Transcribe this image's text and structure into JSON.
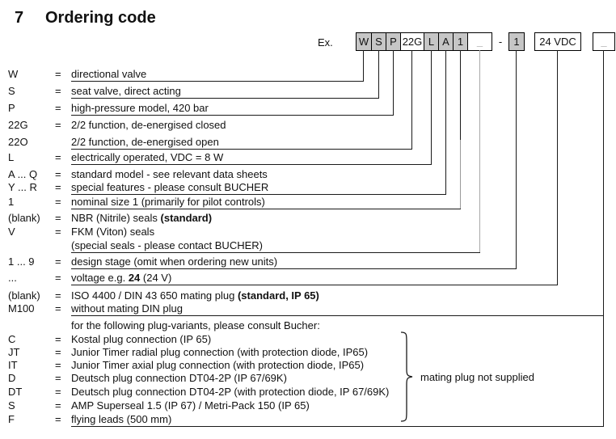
{
  "page": {
    "section_number": "7",
    "title": "Ordering code"
  },
  "example": {
    "label": "Ex.",
    "separator": "-",
    "boxes": [
      {
        "label": "W",
        "filled": true
      },
      {
        "label": "S",
        "filled": true
      },
      {
        "label": "P",
        "filled": true
      },
      {
        "label": "22G",
        "filled": false
      },
      {
        "label": "L",
        "filled": true
      },
      {
        "label": "A",
        "filled": true
      },
      {
        "label": "1",
        "filled": true
      },
      {
        "label": "_",
        "filled": false,
        "blank": true
      },
      {
        "label": "1",
        "filled": true
      },
      {
        "label": "24 VDC",
        "filled": false
      },
      {
        "label": "_",
        "filled": false,
        "blank": true
      }
    ]
  },
  "rows": [
    {
      "code": "W",
      "eq": "=",
      "pre": "directional valve",
      "bold": "",
      "post": ""
    },
    {
      "code": "S",
      "eq": "=",
      "pre": "seat valve, direct acting",
      "bold": "",
      "post": ""
    },
    {
      "code": "P",
      "eq": "=",
      "pre": "high-pressure model, 420 bar",
      "bold": "",
      "post": ""
    },
    {
      "code": "22G",
      "eq": "=",
      "pre": "2/2 function, de-energised closed",
      "bold": "",
      "post": ""
    },
    {
      "code": "22O",
      "eq": "",
      "pre": "2/2 function, de-energised open",
      "bold": "",
      "post": ""
    },
    {
      "code": "L",
      "eq": "=",
      "pre": "electrically operated, VDC = 8 W",
      "bold": "",
      "post": ""
    },
    {
      "code": "A ... Q",
      "eq": "=",
      "pre": "standard model - see relevant data sheets",
      "bold": "",
      "post": ""
    },
    {
      "code": "Y ... R",
      "eq": "=",
      "pre": "special features - please consult BUCHER",
      "bold": "",
      "post": ""
    },
    {
      "code": "1",
      "eq": "=",
      "pre": "nominal size 1 (primarily for pilot controls)",
      "bold": "",
      "post": ""
    },
    {
      "code": "(blank)",
      "eq": "=",
      "pre": "NBR (Nitrile) seals ",
      "bold": "(standard)",
      "post": ""
    },
    {
      "code": "V",
      "eq": "=",
      "pre": "FKM (Viton) seals",
      "bold": "",
      "post": ""
    },
    {
      "code": "",
      "eq": "",
      "pre": "(special seals - please contact BUCHER)",
      "bold": "",
      "post": ""
    },
    {
      "code": "1 ... 9",
      "eq": "=",
      "pre": "design stage (omit when ordering new units)",
      "bold": "",
      "post": ""
    },
    {
      "code": "...",
      "eq": "=",
      "pre": "voltage e.g. ",
      "bold": "24",
      "post": " (24 V)"
    },
    {
      "code": "(blank)",
      "eq": "=",
      "pre": "ISO 4400 / DIN 43 650 mating plug ",
      "bold": "(standard, IP 65)",
      "post": ""
    },
    {
      "code": "M100",
      "eq": "=",
      "pre": "without mating DIN plug",
      "bold": "",
      "post": ""
    },
    {
      "code": "",
      "eq": "",
      "pre": "for the following plug-variants, please consult Bucher:",
      "bold": "",
      "post": ""
    },
    {
      "code": "C",
      "eq": "=",
      "pre": "Kostal plug connection (IP 65)",
      "bold": "",
      "post": ""
    },
    {
      "code": "JT",
      "eq": "=",
      "pre": "Junior Timer radial plug connection (with protection diode, IP65)",
      "bold": "",
      "post": ""
    },
    {
      "code": "IT",
      "eq": "=",
      "pre": "Junior Timer axial plug connection (with protection diode, IP65)",
      "bold": "",
      "post": ""
    },
    {
      "code": "D",
      "eq": "=",
      "pre": "Deutsch plug connection DT04-2P (IP 67/69K)",
      "bold": "",
      "post": ""
    },
    {
      "code": "DT",
      "eq": "=",
      "pre": "Deutsch plug connection DT04-2P (with protection diode, IP 67/69K)",
      "bold": "",
      "post": ""
    },
    {
      "code": "S",
      "eq": "=",
      "pre": "AMP Superseal 1.5 (IP 67) / Metri-Pack 150 (IP 65)",
      "bold": "",
      "post": ""
    },
    {
      "code": "F",
      "eq": "=",
      "pre": "flying leads (500 mm)",
      "bold": "",
      "post": ""
    }
  ],
  "brace_note": "mating plug not supplied",
  "colors": {
    "box_fill_gray": "#c6c6c6",
    "line_black": "#1a1a1a",
    "line_gray": "#a8a8a8"
  }
}
